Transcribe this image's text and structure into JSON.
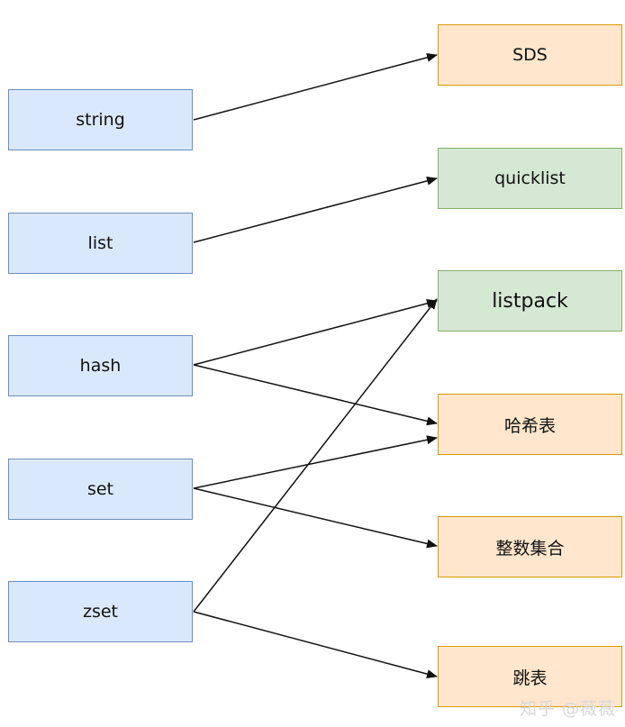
{
  "types": [
    {
      "id": "string",
      "label": "string"
    },
    {
      "id": "list",
      "label": "list"
    },
    {
      "id": "hash",
      "label": "hash"
    },
    {
      "id": "set",
      "label": "set"
    },
    {
      "id": "zset",
      "label": "zset"
    }
  ],
  "encodings": [
    {
      "id": "sds",
      "label": "SDS",
      "color": "#ffe6cc"
    },
    {
      "id": "quicklist",
      "label": "quicklist",
      "color": "#d5e8d4"
    },
    {
      "id": "listpack",
      "label": "listpack",
      "color": "#d5e8d4"
    },
    {
      "id": "hashtable",
      "label": "哈希表",
      "color": "#ffe6cc"
    },
    {
      "id": "intset",
      "label": "整数集合",
      "color": "#ffe6cc"
    },
    {
      "id": "skiplist",
      "label": "跳表",
      "color": "#ffe6cc"
    }
  ],
  "edges": [
    {
      "from": "string",
      "to": "sds"
    },
    {
      "from": "list",
      "to": "quicklist"
    },
    {
      "from": "hash",
      "to": "listpack"
    },
    {
      "from": "hash",
      "to": "hashtable"
    },
    {
      "from": "set",
      "to": "hashtable"
    },
    {
      "from": "set",
      "to": "intset"
    },
    {
      "from": "zset",
      "to": "listpack"
    },
    {
      "from": "zset",
      "to": "skiplist"
    }
  ],
  "watermark": "知乎 @薇薇"
}
